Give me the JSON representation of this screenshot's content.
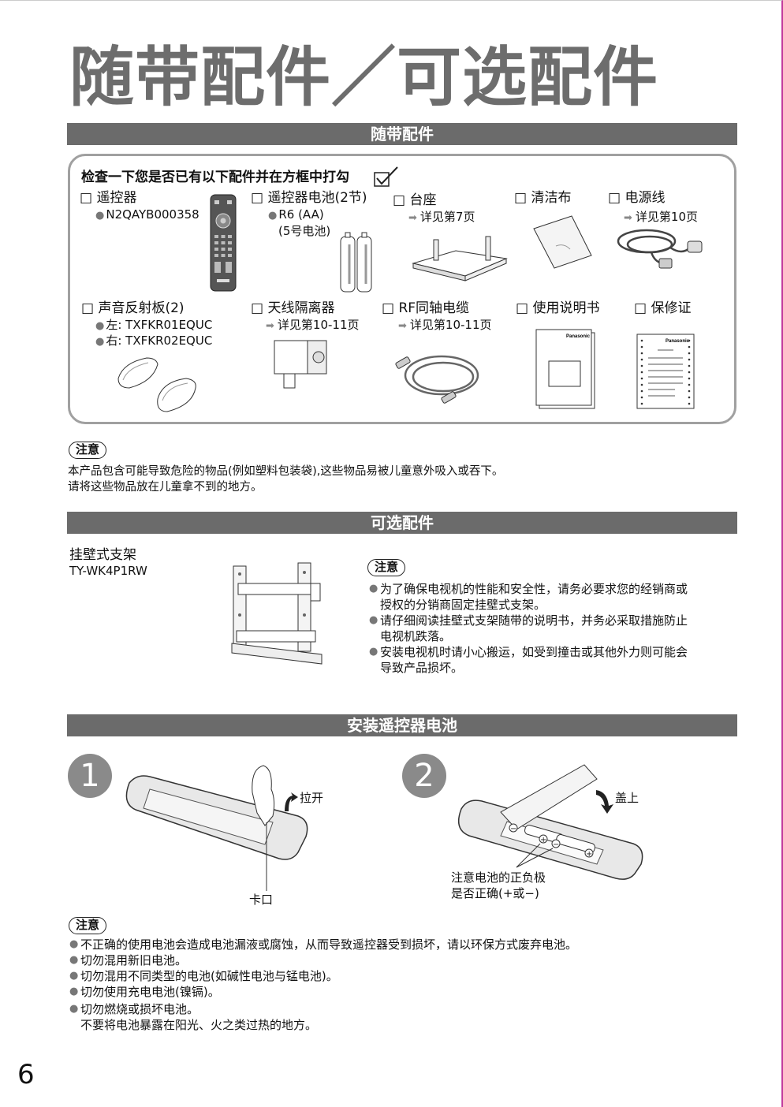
{
  "page_title": "随带配件／可选配件",
  "sections": {
    "supplied": "随带配件",
    "optional": "可选配件",
    "battery": "安装遥控器电池"
  },
  "checklist": {
    "instruction": "检查一下您是否已有以下配件并在方框中打勾",
    "remote": {
      "label": "□ 遥控器",
      "code": "N2QAYB000358"
    },
    "batteries": {
      "label": "□ 遥控器电池(2节)",
      "line1": "R6 (AA)",
      "line2": "(5号电池)"
    },
    "stand": {
      "label": "□ 台座",
      "ref": "详见第7页"
    },
    "cloth": {
      "label": "□ 清洁布"
    },
    "power_cord": {
      "label": "□ 电源线",
      "ref": "详见第10页"
    },
    "reflector": {
      "label": "□ 声音反射板(2)",
      "left": "左: TXFKR01EQUC",
      "right": "右: TXFKR02EQUC"
    },
    "isolator": {
      "label": "□ 天线隔离器",
      "ref": "详见第10-11页"
    },
    "rf_cable": {
      "label": "□ RF同轴电缆",
      "ref": "详见第10-11页"
    },
    "manual": {
      "label": "□ 使用说明书",
      "brand": "Panasonic"
    },
    "warranty": {
      "label": "□ 保修证",
      "brand": "Panasonic"
    }
  },
  "caution_label": "注意",
  "caution1": {
    "line1": "本产品包含可能导致危险的物品(例如塑料包装袋),这些物品易被儿童意外吸入或吞下。",
    "line2": "请将这些物品放在儿童拿不到的地方。"
  },
  "optional": {
    "name": "挂壁式支架",
    "model": "TY-WK4P1RW",
    "notes": [
      {
        "l1": "为了确保电视机的性能和安全性，请务必要求您的经销商或",
        "l2": "授权的分销商固定挂壁式支架。"
      },
      {
        "l1": "请仔细阅读挂壁式支架随带的说明书，并务必采取措施防止",
        "l2": "电视机跌落。"
      },
      {
        "l1": "安装电视机时请小心搬运，如受到撞击或其他外力则可能会",
        "l2": "导致产品损坏。"
      }
    ]
  },
  "steps": {
    "one": {
      "number": "1",
      "action": "拉开",
      "catch": "卡口"
    },
    "two": {
      "number": "2",
      "action": "盖上",
      "note1": "注意电池的正负极",
      "note2": "是否正确(+或−)"
    }
  },
  "battery_cautions": [
    "不正确的使用电池会造成电池漏液或腐蚀，从而导致遥控器受到损坏，请以环保方式废弃电池。",
    "切勿混用新旧电池。",
    "切勿混用不同类型的电池(如碱性电池与锰电池)。",
    "切勿使用充电电池(镍镉)。",
    "切勿燃烧或损坏电池。"
  ],
  "battery_caution_extra": "不要将电池暴露在阳光、火之类过热的地方。",
  "page_number": "6"
}
